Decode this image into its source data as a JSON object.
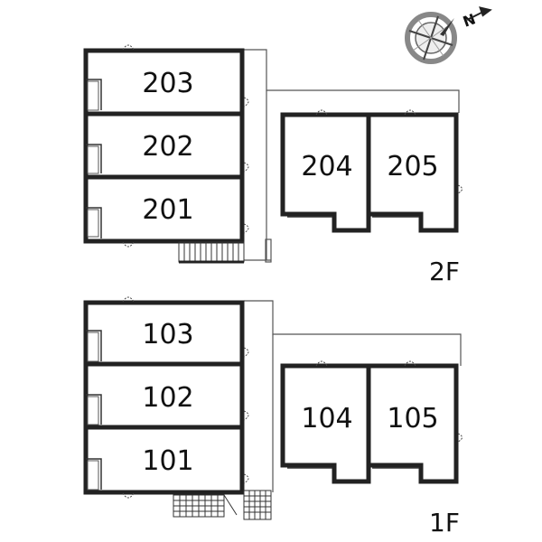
{
  "compass": {
    "label": "N"
  },
  "floors": [
    {
      "name": "2F",
      "units": [
        "203",
        "202",
        "201",
        "204",
        "205"
      ]
    },
    {
      "name": "1F",
      "units": [
        "103",
        "102",
        "101",
        "104",
        "105"
      ]
    }
  ]
}
